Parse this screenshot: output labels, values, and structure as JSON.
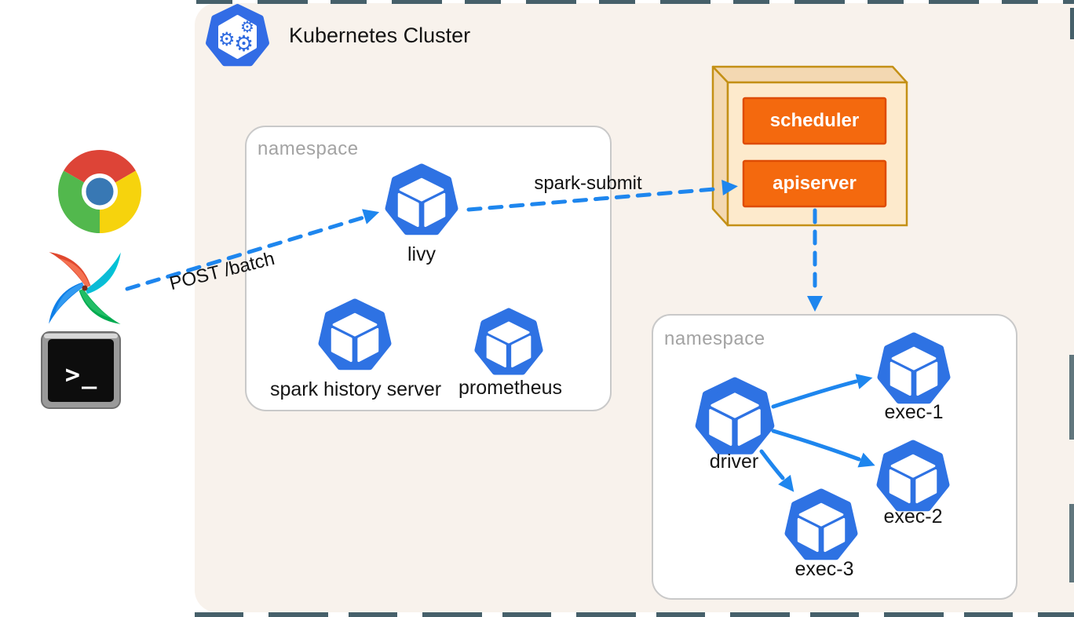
{
  "title": "Kubernetes Cluster",
  "colors": {
    "panel_bg": "#f8f2ec",
    "arrow_blue": "#1e86ee",
    "pod_blue": "#2e72e3",
    "k8s_blue": "#326ce5",
    "component_orange": "#f4690e",
    "component_border": "#de4c04",
    "box_gold_border": "#c49016",
    "box_front_face": "#fdeacc",
    "box_side_face": "#f3d8b2",
    "namespace_text": "#a3a3a3",
    "torn_edge": "#46606a"
  },
  "clients": {
    "chrome": {
      "icon": "chrome-icon"
    },
    "airflow": {
      "icon": "airflow-icon"
    },
    "terminal": {
      "icon": "terminal-icon",
      "glyph": ">_"
    }
  },
  "cluster": {
    "logo": "kubernetes-logo-icon",
    "namespaces": [
      {
        "label": "namespace",
        "pods": [
          {
            "label": "livy"
          },
          {
            "label": "spark history server"
          },
          {
            "label": "prometheus"
          }
        ]
      },
      {
        "label": "namespace",
        "pods": [
          {
            "label": "driver"
          },
          {
            "label": "exec-1"
          },
          {
            "label": "exec-2"
          },
          {
            "label": "exec-3"
          }
        ]
      }
    ],
    "control_plane": {
      "components": [
        {
          "label": "scheduler"
        },
        {
          "label": "apiserver"
        }
      ]
    }
  },
  "arrows": {
    "post_batch": {
      "label": "POST /batch",
      "style": "dashed"
    },
    "spark_submit": {
      "label": "spark-submit",
      "style": "dashed"
    },
    "apiserver_to_namespace": {
      "style": "dashed"
    },
    "driver_to_executors": {
      "style": "solid"
    }
  },
  "gear_glyph": "⚙"
}
